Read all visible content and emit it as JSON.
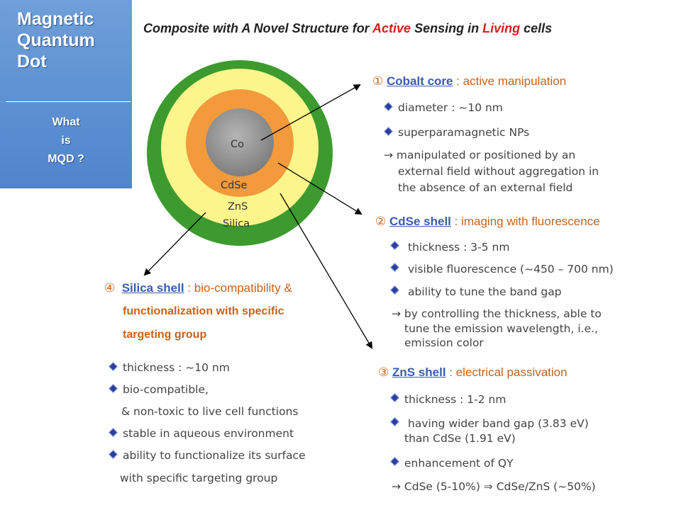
{
  "sidebar": {
    "title_lines": [
      "Magnetic",
      "Quantum",
      "Dot"
    ],
    "subtitle_lines": [
      "What",
      "is",
      "MQD ?"
    ]
  },
  "slide_title": {
    "part1": "Composite with A Novel Structure for ",
    "active": "Active",
    "part2": " Sensing in ",
    "living": "Living",
    "part3": " cells"
  },
  "diagram": {
    "layers": [
      "Co",
      "CdSe",
      "ZnS",
      "Silica"
    ],
    "colors": {
      "silica": "#3c9a2e",
      "zns": "#fbf58c",
      "cdse": "#f39a3c",
      "co": "#8e8e8e",
      "arrow": "#000000",
      "heading": "#c8621a",
      "keyword": "#3a5bb0",
      "bullet": "#2b3f9c"
    }
  },
  "cobalt": {
    "num": "①",
    "kw": "Cobalt core",
    "rest": " : active manipulation",
    "items": [
      "diameter : ~10 nm",
      "superparamagnetic NPs"
    ],
    "arrow_lines": [
      "→ manipulated or positioned by an",
      "external field without aggregation in",
      "the absence of an external field"
    ]
  },
  "cdse": {
    "num": "②",
    "kw": "CdSe shell",
    "rest": " : imaging with fluorescence",
    "items": [
      "thickness : 3-5 nm",
      "visible fluorescence (~450 – 700 nm)",
      "ability to tune the band gap"
    ],
    "arrow_lines": [
      "→ by controlling the thickness, able to",
      "tune the emission wavelength, i.e.,",
      "emission color"
    ]
  },
  "zns": {
    "num": "③",
    "kw": "ZnS shell",
    "rest": " : electrical passivation",
    "items": [
      "thickness : 1-2 nm",
      "having wider band gap (3.83 eV)",
      "enhancement of QY"
    ],
    "item2_cont": "than CdSe (1.91 eV)",
    "arrow_line": "→ CdSe (5-10%) ⇒ CdSe/ZnS (~50%)"
  },
  "silica": {
    "num": "④",
    "kw": "Silica shell",
    "rest": " : bio-compatibility &",
    "bold_lines": [
      "functionalization with specific",
      "targeting group"
    ],
    "items": [
      "thickness : ~10 nm",
      "bio-compatible,",
      "stable in aqueous environment",
      "ability to functionalize its surface"
    ],
    "cont_lines": [
      "& non-toxic to live cell functions",
      "with specific targeting group"
    ]
  }
}
